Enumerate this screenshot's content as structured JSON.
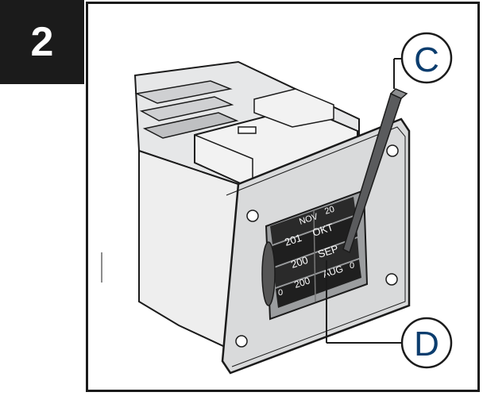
{
  "step": {
    "number": "2"
  },
  "callouts": [
    {
      "letter": "C",
      "target": "tool",
      "color": "#0b3d6e"
    },
    {
      "letter": "D",
      "target": "date-wheels",
      "color": "#0b3d6e"
    }
  ],
  "wheels": {
    "row1": [
      "NOV",
      "20"
    ],
    "row2": [
      "201",
      "OKT"
    ],
    "row3": [
      "200",
      "SEP"
    ],
    "row4": [
      "200",
      "AUG"
    ],
    "side_digits": [
      "0",
      "0"
    ]
  },
  "colors": {
    "outline": "#1b1b1b",
    "panel_fill": "#d9dadb",
    "panel_dark": "#9b9d9f",
    "wheel": "#2a2a2a",
    "accent": "#0b3d6e"
  }
}
